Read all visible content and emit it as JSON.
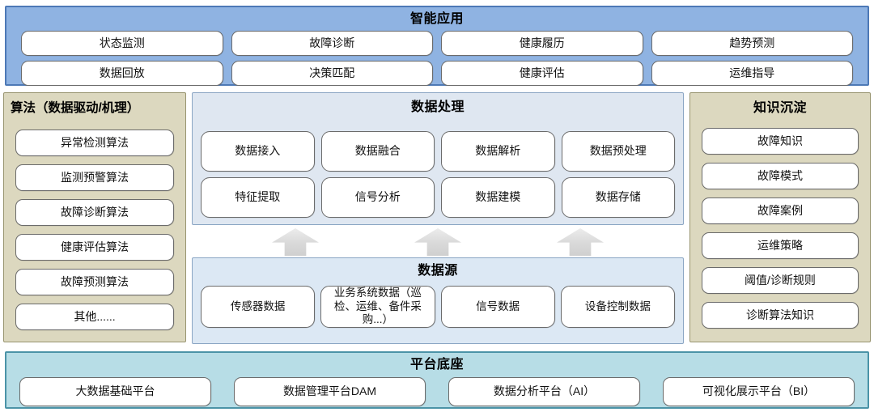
{
  "colors": {
    "top-bg": "#8fb3e2",
    "top-border": "#4d79b6",
    "tan-bg": "#dcd8bf",
    "tan-border": "#98946f",
    "proc-bg": "#dfe7f1",
    "src-bg": "#dce8f4",
    "blue-border": "#8ba6c4",
    "bot-bg": "#b7dde6",
    "bot-border": "#4b93a7",
    "box-border": "#6b6b6b"
  },
  "icons": {
    "arrow": "up-arrow"
  },
  "top": {
    "title": "智能应用",
    "items": [
      "状态监测",
      "故障诊断",
      "健康履历",
      "趋势预测",
      "数据回放",
      "决策匹配",
      "健康评估",
      "运维指导"
    ]
  },
  "algorithms": {
    "title": "算法（数据驱动/机理）",
    "items": [
      "异常检测算法",
      "监测预警算法",
      "故障诊断算法",
      "健康评估算法",
      "故障预测算法",
      "其他......"
    ]
  },
  "processing": {
    "title": "数据处理",
    "items": [
      "数据接入",
      "数据融合",
      "数据解析",
      "数据预处理",
      "特征提取",
      "信号分析",
      "数据建模",
      "数据存储"
    ]
  },
  "sources": {
    "title": "数据源",
    "items": [
      "传感器数据",
      "业务系统数据（巡检、运维、备件采购...）",
      "信号数据",
      "设备控制数据"
    ]
  },
  "knowledge": {
    "title": "知识沉淀",
    "items": [
      "故障知识",
      "故障模式",
      "故障案例",
      "运维策略",
      "阈值/诊断规则",
      "诊断算法知识"
    ]
  },
  "platform": {
    "title": "平台底座",
    "items": [
      "大数据基础平台",
      "数据管理平台DAM",
      "数据分析平台（AI）",
      "可视化展示平台（BI）"
    ]
  }
}
